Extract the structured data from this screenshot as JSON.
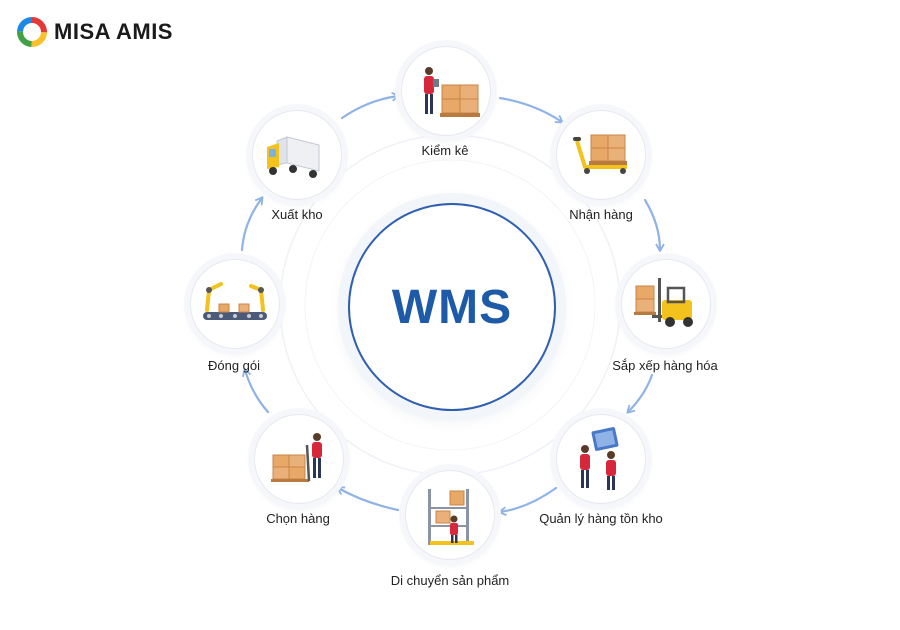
{
  "brand": {
    "name": "MISA AMIS"
  },
  "hub": {
    "label": "WMS"
  },
  "steps": [
    {
      "label": "Kiểm kê",
      "icon": "inventory-check-icon"
    },
    {
      "label": "Nhận hàng",
      "icon": "pallet-jack-boxes-icon"
    },
    {
      "label": "Sắp xếp hàng hóa",
      "icon": "forklift-icon"
    },
    {
      "label": "Quản lý hàng tồn kho",
      "icon": "warehouse-staff-screen-icon"
    },
    {
      "label": "Di chuyển sản phẩm",
      "icon": "shelf-moving-icon"
    },
    {
      "label": "Chọn hàng",
      "icon": "picking-trolley-icon"
    },
    {
      "label": "Đóng gói",
      "icon": "robot-arm-conveyor-icon"
    },
    {
      "label": "Xuất kho",
      "icon": "delivery-truck-icon"
    }
  ],
  "colors": {
    "hub_border": "#2f5fb0",
    "hub_text": "#1d5aa8",
    "arrow": "#8fb3e6",
    "box": "#e8a867",
    "person_shirt": "#d6283a",
    "machine_yellow": "#f4c21c"
  }
}
